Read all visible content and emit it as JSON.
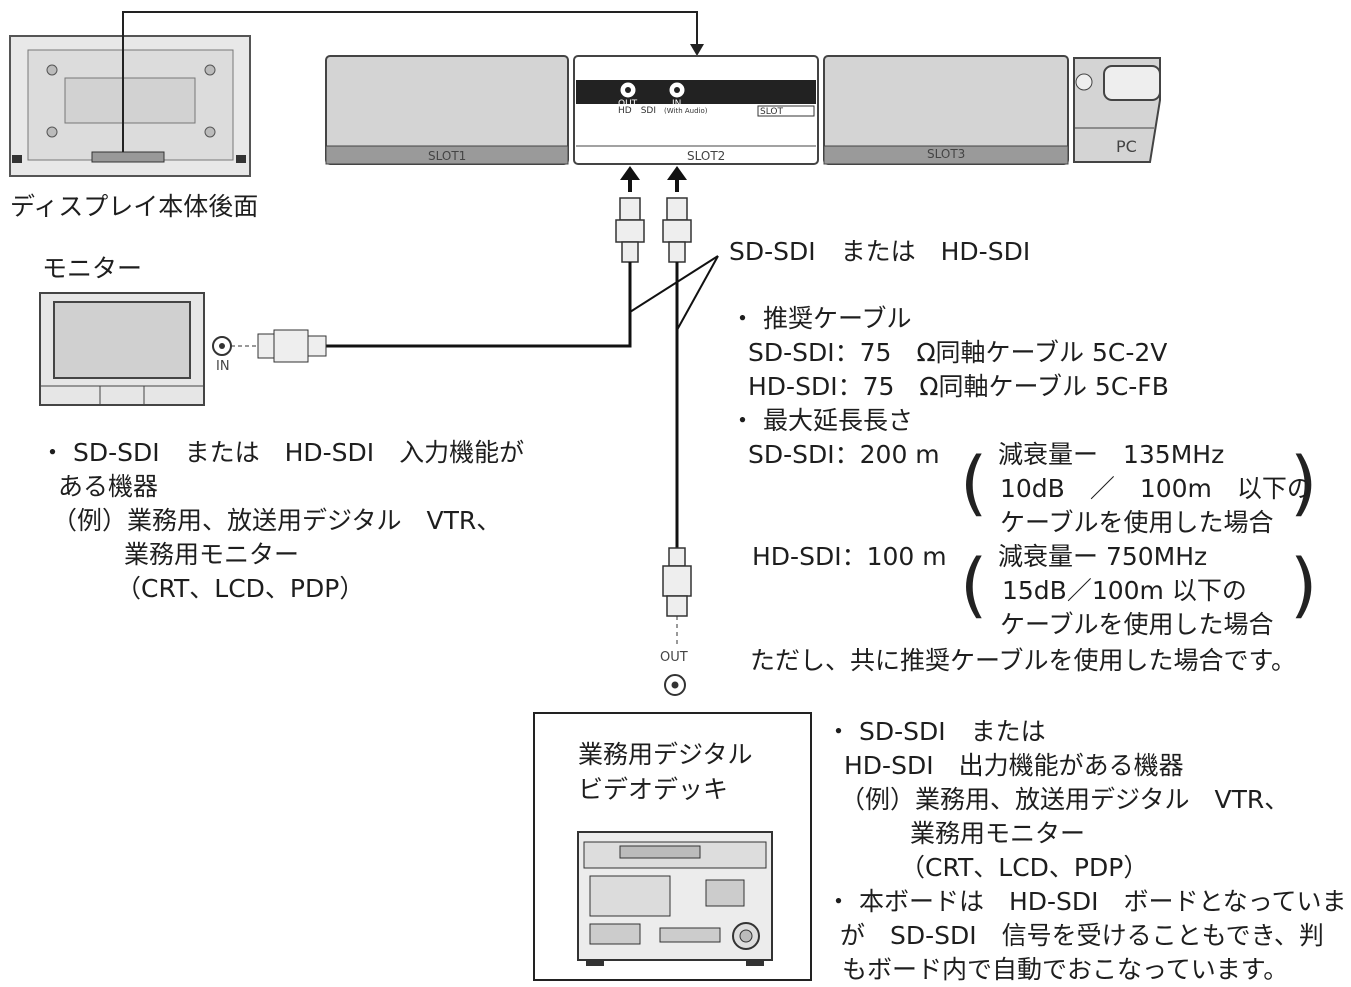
{
  "display_rear_label": "ディスプレイ本体後面",
  "slots": {
    "slot1": "SLOT1",
    "slot2": "SLOT2",
    "slot3": "SLOT3",
    "pc": "PC"
  },
  "board": {
    "out_label": "OUT",
    "in_label": "IN",
    "hd_sdi_label": "HD　SDI",
    "with_audio": "(With Audio)",
    "slot_marker": "SLOT"
  },
  "monitor": {
    "title": "モニター",
    "in_label": "IN",
    "desc": [
      "・ SD-SDI　または　HD-SDI　入力機能が",
      "ある機器",
      "（例）業務用、放送用デジタル　VTR、",
      "業務用モニター",
      "（CRT、LCD、PDP）"
    ]
  },
  "signal_label": "SD-SDI　または　HD-SDI",
  "specs": {
    "recommended_title": "・ 推奨ケーブル",
    "sd_cable": "SD-SDI：75　Ω同軸ケーブル 5C-2V",
    "hd_cable": "HD-SDI：75　Ω同軸ケーブル 5C-FB",
    "max_length_title": "・ 最大延長長さ",
    "sd_length": "SD-SDI：200 m",
    "sd_cond": [
      "減衰量ー　135MHz",
      "10dB　／　100m　以下の",
      "ケーブルを使用した場合"
    ],
    "hd_length": "HD-SDI：100 m",
    "hd_cond": [
      "減衰量ー 750MHz",
      "15dB／100m 以下の",
      "ケーブルを使用した場合"
    ],
    "note": "ただし、共に推奨ケーブルを使用した場合です。"
  },
  "deck": {
    "out_label": "OUT",
    "title": [
      "業務用デジタル",
      "ビデオデッキ"
    ],
    "desc": [
      "・ SD-SDI　または",
      "HD-SDI　出力機能がある機器",
      "（例）業務用、放送用デジタル　VTR、",
      "業務用モニター",
      "（CRT、LCD、PDP）",
      "・ 本ボードは　HD-SDI　ボードとなっていま",
      "が　SD-SDI　信号を受けることもでき、判",
      "もボード内で自動でおこなっています。"
    ]
  }
}
